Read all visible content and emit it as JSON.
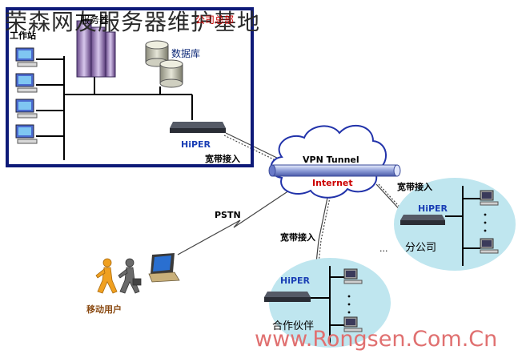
{
  "title": "荣森网友服务器维护基地",
  "watermark": "www.Rongsen.Com.Cn",
  "headquarters": {
    "label": "公司总部",
    "workstation_label": "工作站",
    "server_label": "服务器",
    "database_label": "数据库",
    "router_label": "HiPER",
    "broadband_label": "宽带接入"
  },
  "internet": {
    "tunnel_label": "VPN   Tunnel",
    "internet_label": "Internet"
  },
  "branch": {
    "label": "分公司",
    "router_label": "HiPER",
    "broadband_label": "宽带接入",
    "ellipsis": "..."
  },
  "partner": {
    "label": "合作伙伴",
    "router_label": "HiPER",
    "broadband_label": "宽带接入"
  },
  "mobile": {
    "label": "移动用户",
    "pstn_label": "PSTN"
  },
  "colors": {
    "hq_border": "#0e1a78",
    "router_label": "#1a3fb5",
    "internet_label": "#cc0000",
    "site_fill": "#bfe6ef",
    "cloud_stroke": "#2233aa"
  }
}
